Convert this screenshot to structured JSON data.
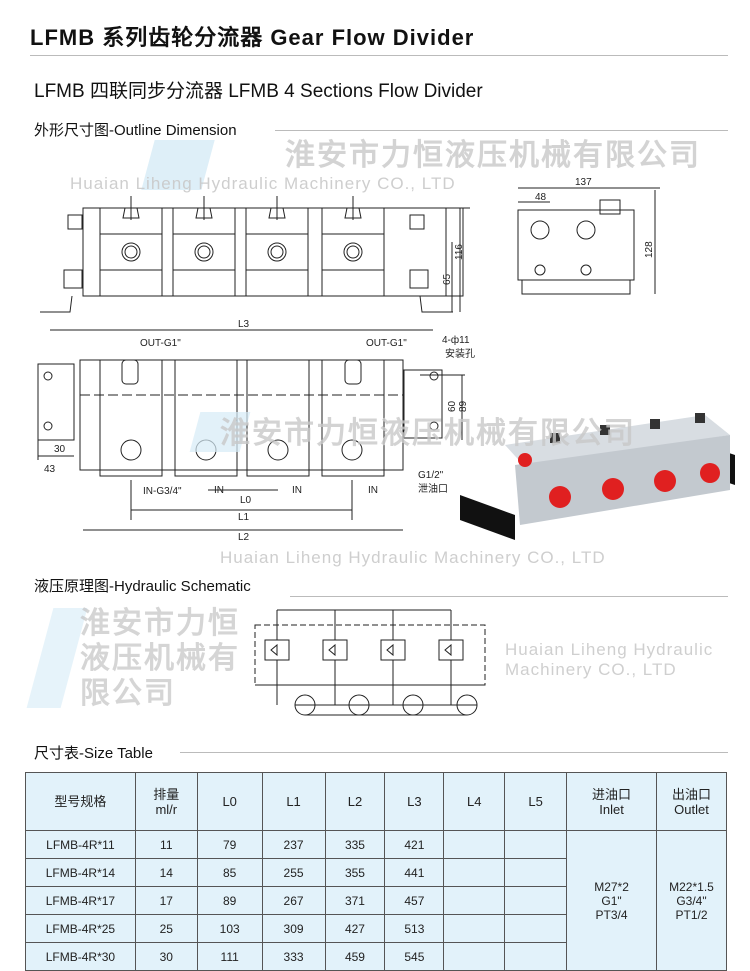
{
  "title": "LFMB 系列齿轮分流器 Gear Flow Divider",
  "subtitle": "LFMB 四联同步分流器 LFMB 4 Sections Flow Divider",
  "sections": {
    "outline": "外形尺寸图-Outline Dimension",
    "schematic": "液压原理图-Hydraulic Schematic",
    "size_table": "尺寸表-Size Table"
  },
  "watermark": {
    "cn": "淮安市力恒液压机械有限公司",
    "en": "Huaian Liheng Hydraulic Machinery CO., LTD"
  },
  "drawing_labels": {
    "dim_116": "116",
    "dim_65": "65",
    "dim_137": "137",
    "dim_48": "48",
    "dim_128": "128",
    "L3": "L3",
    "out_left": "OUT-G1\"",
    "out_right": "OUT-G1\"",
    "holes": "4-ф11",
    "holes_cn": "安装孔",
    "dim_60": "60",
    "dim_89": "89",
    "dim_30": "30",
    "dim_43": "43",
    "in_main": "IN-G3/4\"",
    "in": "IN",
    "L0": "L0",
    "L1": "L1",
    "L2": "L2",
    "drain": "G1/2\"",
    "drain_cn": "泄油口"
  },
  "table": {
    "headers": [
      [
        "型号规格",
        ""
      ],
      [
        "排量",
        "ml/r"
      ],
      [
        "L0",
        ""
      ],
      [
        "L1",
        ""
      ],
      [
        "L2",
        ""
      ],
      [
        "L3",
        ""
      ],
      [
        "L4",
        ""
      ],
      [
        "L5",
        ""
      ],
      [
        "进油口",
        "Inlet"
      ],
      [
        "出油口",
        "Outlet"
      ]
    ],
    "rows": [
      [
        "LFMB-4R*11",
        "11",
        "79",
        "237",
        "335",
        "421"
      ],
      [
        "LFMB-4R*14",
        "14",
        "85",
        "255",
        "355",
        "441"
      ],
      [
        "LFMB-4R*17",
        "17",
        "89",
        "267",
        "371",
        "457"
      ],
      [
        "LFMB-4R*25",
        "25",
        "103",
        "309",
        "427",
        "513"
      ],
      [
        "LFMB-4R*30",
        "30",
        "111",
        "333",
        "459",
        "545"
      ]
    ],
    "inlet": [
      "M27*2",
      "G1\"",
      "PT3/4"
    ],
    "outlet": [
      "M22*1.5",
      "G3/4\"",
      "PT1/2"
    ]
  }
}
